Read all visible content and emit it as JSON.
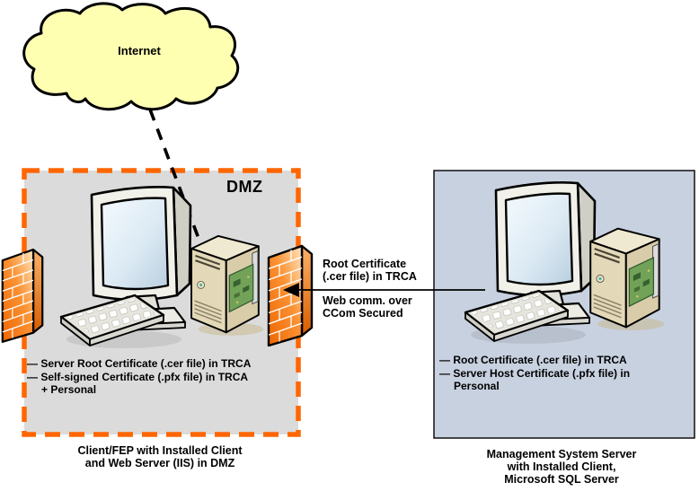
{
  "internet": {
    "label": "Internet"
  },
  "dmz_zone": {
    "label": "DMZ",
    "certificates": [
      "— Server Root Certificate (.cer file) in TRCA",
      "— Self-signed Certificate (.pfx file) in TRCA",
      "+ Personal"
    ],
    "caption": [
      "Client/FEP with Installed Client",
      "and Web Server (IIS) in DMZ"
    ]
  },
  "management_zone": {
    "certificates": [
      "— Root Certificate (.cer file) in TRCA",
      "— Server Host Certificate (.pfx file) in",
      "Personal"
    ],
    "caption": [
      "Management System Server",
      "with Installed Client,",
      "Microsoft SQL Server"
    ]
  },
  "connection": {
    "top_label": [
      "Root Certificate",
      "(.cer file) in TRCA"
    ],
    "bottom_label": [
      "Web comm. over",
      "CCom Secured"
    ]
  },
  "icons": {
    "cloud": "internet-cloud-icon",
    "firewalls": "firewall-brick-wall-icon",
    "workstations": "desktop-computer-icon",
    "towers": "server-tower-icon",
    "arrow": "left-arrow",
    "internet_link": "dashed-connector-line"
  },
  "colors": {
    "cloud_fill": "#ffffb2",
    "dmz_fill": "#dbdbdb",
    "dmz_border": "#ff6600",
    "management_fill": "#c8d1e0",
    "firewall_orange": "#ef6500",
    "outline": "#000000"
  }
}
